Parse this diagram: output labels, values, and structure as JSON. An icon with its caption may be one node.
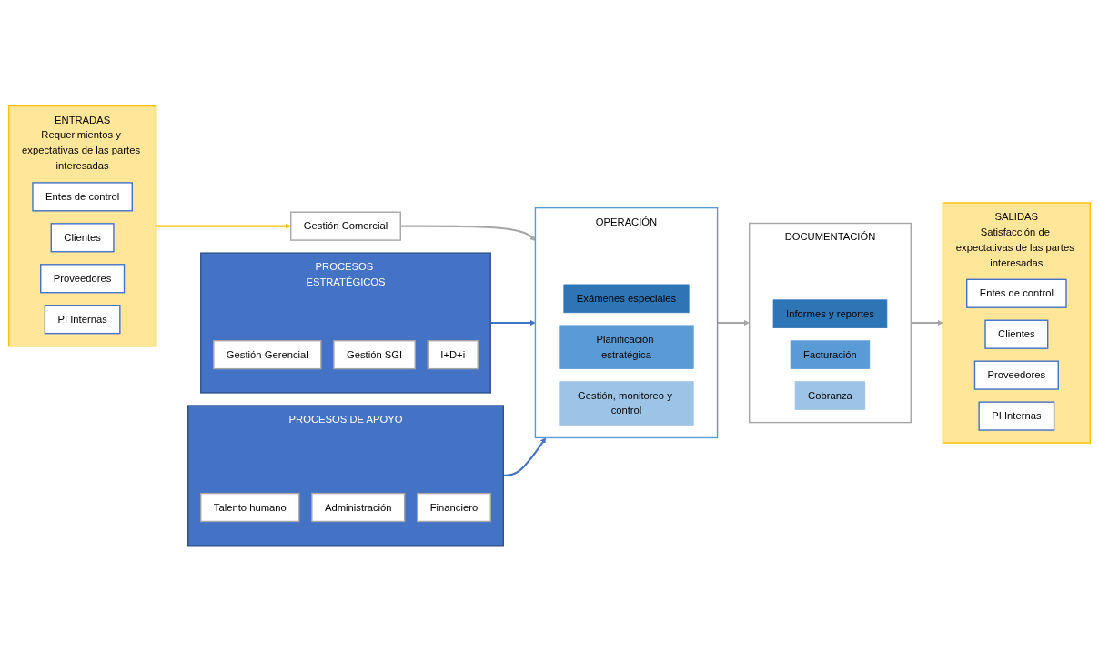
{
  "diagram": {
    "nodes": [
      {
        "text": [
          "ENTRADAS",
          "Requerimientos y expectativas de las partes interesadas"
        ]
      },
      {
        "text": [
          "Entes de control"
        ],
        "in": 0
      },
      {
        "text": [
          "Clientes"
        ],
        "in": 0
      },
      {
        "text": [
          "Proveedores"
        ],
        "in": 0
      },
      {
        "text": [
          "PI Internas"
        ],
        "in": 0
      },
      {
        "text": [
          "PROCESOS ESTRATÉGICOS"
        ]
      },
      {
        "text": [
          "Gestión Gerencial"
        ],
        "in": 5
      },
      {
        "text": [
          "Gestión SGI"
        ],
        "in": 5
      },
      {
        "text": [
          "I+D+i"
        ],
        "in": 5
      },
      {
        "text": [
          "Gestión Comercial"
        ]
      },
      {
        "text": [
          "OPERACIÓN"
        ]
      },
      {
        "text": [
          "Exámenes especiales"
        ],
        "in": 10
      },
      {
        "text": [
          "Planificación estratégica"
        ],
        "in": 10
      },
      {
        "text": [
          "Gestión, monitoreo y control"
        ],
        "in": 10
      },
      {
        "text": [
          "DOCUMENTACIÓN"
        ]
      },
      {
        "text": [
          "Informes y reportes"
        ],
        "in": 14
      },
      {
        "text": [
          "Facturación"
        ],
        "in": 14
      },
      {
        "text": [
          "Cobranza"
        ],
        "in": 14
      },
      {
        "text": [
          "SALIDAS",
          "Satisfacción de expectativas de las partes interesadas"
        ]
      },
      {
        "text": [
          "Entes de control"
        ],
        "in": 18
      },
      {
        "text": [
          "Clientes"
        ],
        "in": 18
      },
      {
        "text": [
          "Proveedores"
        ],
        "in": 18
      },
      {
        "text": [
          "PI Internas"
        ],
        "in": 18
      },
      {
        "text": [
          "PROCESOS DE APOYO"
        ]
      },
      {
        "text": [
          "Talento humano"
        ],
        "in": 23
      },
      {
        "text": [
          "Administración"
        ],
        "in": 23
      },
      {
        "text": [
          "Financiero"
        ],
        "in": 23
      }
    ],
    "edges": [
      {
        "from": 0,
        "to": 9,
        "arrow": "to",
        "color": "#ffc000"
      },
      {
        "from": 9,
        "to": 10,
        "arrow": "to"
      },
      {
        "from": 10,
        "to": 14,
        "arrow": "to"
      },
      {
        "from": 14,
        "to": 18,
        "arrow": "to"
      },
      {
        "from": 5,
        "to": 10,
        "arrow": "to",
        "color": "#4472c4"
      },
      {
        "from": 23,
        "to": 10,
        "arrow": "to",
        "color": "#4472c4"
      }
    ]
  }
}
